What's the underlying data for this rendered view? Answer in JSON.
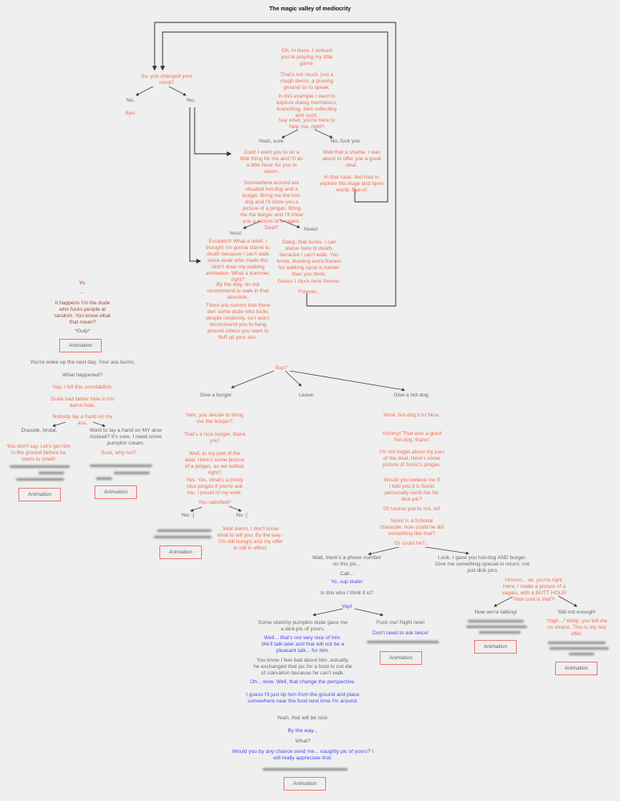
{
  "title": "The magic valley of mediocrity",
  "intro": {
    "p1": "Oh, hi there. I noticed you're playing my little game.",
    "p2": "That's not much, just a rough demo, a proving ground so to speak.",
    "p3": "In this example I want to explore dialog mechanics, branching, item collecting and such.",
    "p4": "Say what, you're here to help me, right?",
    "yes": "Yeah, sure.",
    "no": "No, fuck you.",
    "yes_reply": "Cool! I want you to do a little thing for me and I'll do a little favor for you in return.",
    "no_reply1": "Well that a shame. I was about to offer you a good deal.",
    "no_reply2": "In that case, feel free to explore this huge and open world. Bye-e!",
    "deal": "Somewhere around are situated hot-dog and a borger. Bring me the hot-dog and I'll show you a picture of a pingas. Bring me the borger and I'll show you a picture of a vageo. Deal?",
    "deal_yes": "Yess!",
    "deal_no": "Nooo!",
    "yes_r1": "Excellent! What a relief, I thought I'm gonna starve to death because I can't walk since dude who made this didn't draw my walking animation. What a bummer, right?",
    "yes_r2": "By the way, do not recommend to walk in that direction.",
    "yes_r3": "There are rumors that there den some dude who fucks people randomly, so I won't recommend you to hang around unless you want to fluff up your ass.",
    "no_r1": "Dang, that sucks. I can starve here to death, because I can't walk. You know, drawing extra frames for walking cycle is harder than you think.",
    "no_r2": "Guess I stuck here forever.",
    "no_r3": "Forever..."
  },
  "return": {
    "question": "So, you changed your mind?",
    "no": "No.",
    "bye": "Bye.",
    "yes": "Yes."
  },
  "dude": {
    "yo": "Yo.",
    "dots": "...",
    "line": "It happens I'm the dude who fucks people at random. You know what that mean?",
    "gulp": "*Gulp*",
    "anim1": "Animation",
    "woke": "You're woke up the next day. Your ass burns.",
    "what": "What happened?",
    "r1": "Yep, I kill this sonofabitch.",
    "r2": "Dude had better hide in his damn hole.",
    "r3": "Nobody lay a hand on my ass.",
    "opt1": "Duuude, brutal.",
    "opt2": "Want to lay a hand on MY arse instead? It's sore, I need some pumpkin cream.",
    "opt1_reply": "You don't say. Let's get him in the ground before he starts to smell!",
    "opt2_reply": "Sure, why not?",
    "anim2": "Animation",
    "anim3": "Animation"
  },
  "sup": {
    "question": "Sup?",
    "burger": "Give a burger.",
    "leave": "Leave.",
    "hotdog": "Give a hot-dog."
  },
  "burger": {
    "r1": "Heh, you decide to bring me the borger?",
    "r2": "That's a nice borger, thank you!",
    "r3": "Well, to my part of the deal. Here's some picture of a pingas, as we setted, right?",
    "r4": "Yes. Yes, what's a pretty nice pingas if you're ask me. I proud of my work.",
    "r5": "You satisfied?",
    "yes": "Yes :)",
    "no": "No :(",
    "no_reply": "Well damn, I don't know what to tell you. By the way - I'm still hungry and my offer is still in effect.",
    "anim": "Animation"
  },
  "hotdog": {
    "r1": "Wow, hot-dog it is! Nice.",
    "r2": "Yummy! That was a good hot-dog, thanx!",
    "r3": "I'm not forget about my part of the deal. Here's some picture of Sonic's pingas.",
    "r4": "Would you believe me if I told you it is Sonic personally send me his dick-pic?",
    "r5": "Of course you're not, lol!",
    "r6": "Sonic is a fictional character, how could he did something like that?",
    "r7": "Or could he?..."
  },
  "phone": {
    "wait": "Wait, there's a phone number on this pic...",
    "call": "Call...",
    "sup": "Yo, sup dude!",
    "ask": "Is this who I think it is?",
    "yep": "Yep!",
    "opt1": "Some sketchy pumpkin dude gave me a dick-pic of yours.",
    "opt2": "Fuck me! Right now!",
    "opt2_reply": "Don't need to ask twice!",
    "opt2_anim": "Animation",
    "r1": "Well... that's not very nice of him. We'll talk later and that will not be a pleasant talk... for him.",
    "p1": "You know I feel bad about him, actually, he exchanged that pic for a food to not die of starvation because he can't walk.",
    "r2": "Oh... wow. Well, that change the perspective.",
    "r3": "I guess I'll just rip him from the ground and place somewhere near the food next time I'm around.",
    "p2": "Yeah, that will be nice.",
    "r4": "By the way...",
    "p3": "What?",
    "r5": "Would you by any chance send me... naughty pic of yours? I will really appreciate that.",
    "anim": "Animation"
  },
  "special": {
    "ask": "Look, I gave you hot-dog AND burger. Give me something special in return, not just dick pics",
    "reply": "Hmmm... ok, you're right. Here, I made a picture of a vagaio, with a BUTT HOLE! How cool is that?!",
    "opt1": "Now we're talking!",
    "opt2": "Still not enough!",
    "opt2_reply": "*Sigh...* Welp, you left me no choice. This is my last offer.",
    "anim1": "Animation",
    "anim2": "Animation"
  },
  "colors": {
    "npc": "#f46d4b",
    "player": "#6b6b6b",
    "caller": "#4a4cf0",
    "dude": "#a34a38",
    "animation_border": "#ee7777"
  }
}
